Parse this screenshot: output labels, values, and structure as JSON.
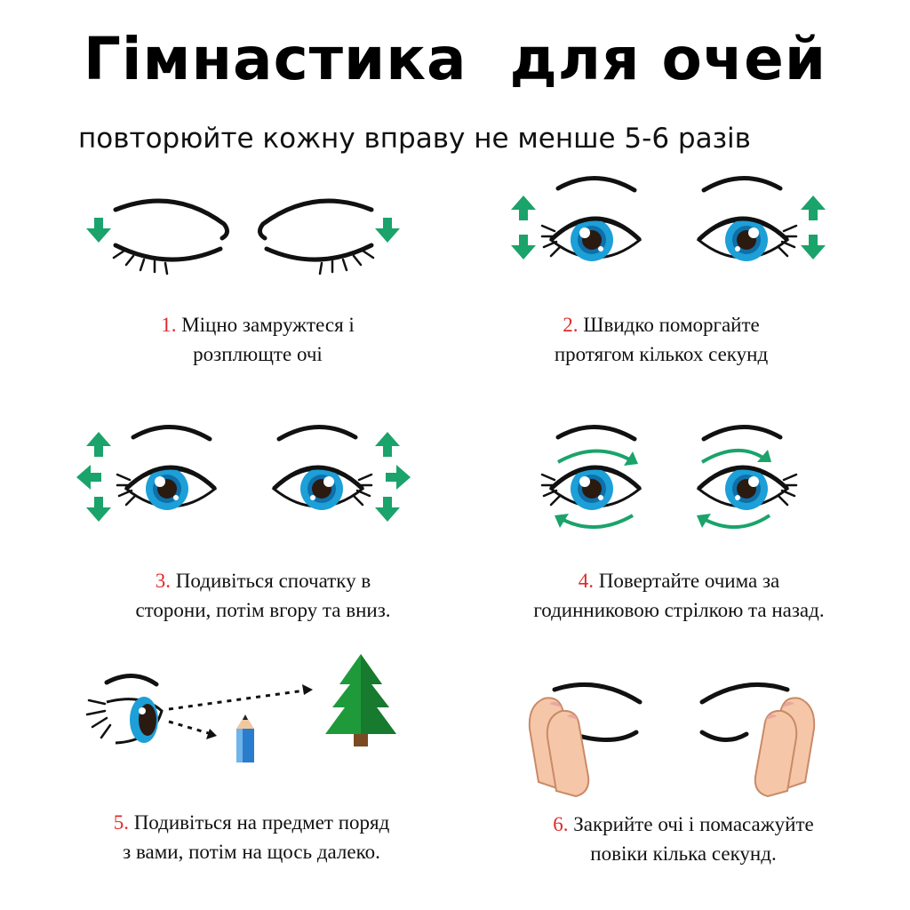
{
  "title": "Гімнастика  для очей",
  "subtitle": "повторюйте кожну вправу не менше 5-6 разів",
  "colors": {
    "arrow": "#1aa36a",
    "iris": "#1d9fd8",
    "number": "#e02a2a",
    "tree": "#1f9a3a",
    "pencil": "#2a7ccc",
    "skin": "#f5c7a8"
  },
  "exercises": [
    {
      "num": "1.",
      "line1": " Міцно замружтеся і",
      "line2": "розплющте очі"
    },
    {
      "num": "2.",
      "line1": " Швидко поморгайте",
      "line2": "протягом кількох секунд"
    },
    {
      "num": "3.",
      "line1": " Подивіться спочатку в",
      "line2": "сторони, потім вгору та вниз."
    },
    {
      "num": "4.",
      "line1": " Повертайте очима за",
      "line2": "годинниковою стрілкою та назад."
    },
    {
      "num": "5.",
      "line1": " Подивіться на предмет поряд",
      "line2": "з вами, потім на щось далеко."
    },
    {
      "num": "6.",
      "line1": " Закрийте очі і помасажуйте",
      "line2": "повіки кілька секунд."
    }
  ]
}
